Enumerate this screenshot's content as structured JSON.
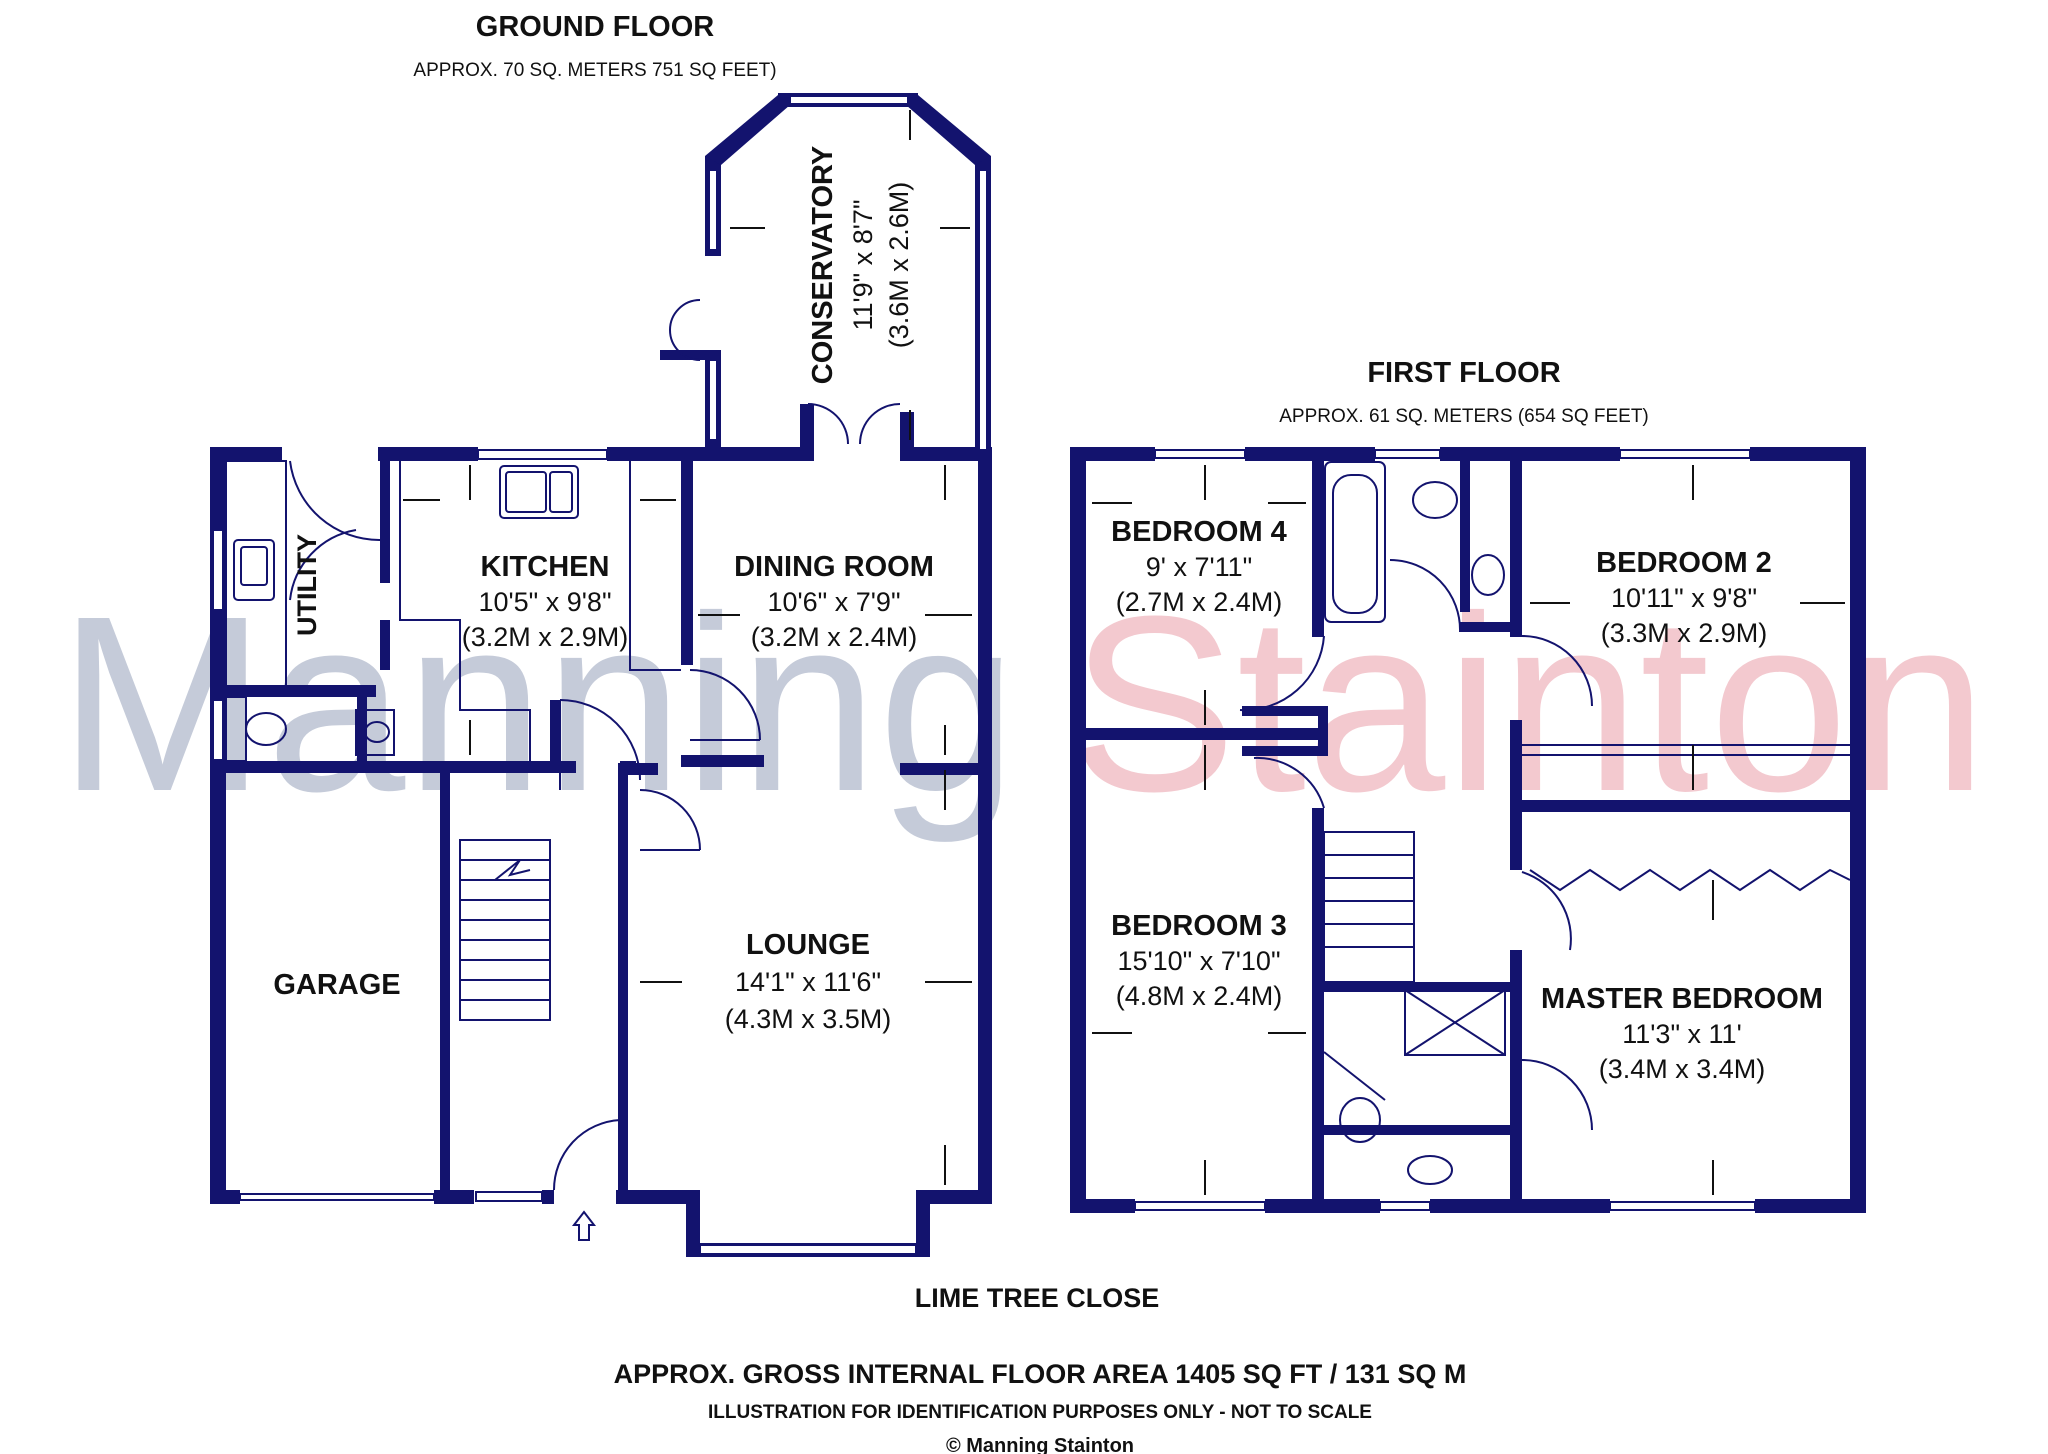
{
  "ground_floor": {
    "title": "GROUND FLOOR",
    "area": "APPROX. 70 SQ. METERS 751 SQ FEET)",
    "rooms": {
      "conservatory": {
        "name": "CONSERVATORY",
        "imperial": "11'9\" x 8'7\"",
        "metric": "(3.6M x 2.6M)"
      },
      "utility": {
        "name": "UTILITY"
      },
      "kitchen": {
        "name": "KITCHEN",
        "imperial": "10'5\" x 9'8\"",
        "metric": "(3.2M x 2.9M)"
      },
      "dining": {
        "name": "DINING ROOM",
        "imperial": "10'6\" x 7'9\"",
        "metric": "(3.2M x 2.4M)"
      },
      "garage": {
        "name": "GARAGE"
      },
      "lounge": {
        "name": "LOUNGE",
        "imperial": "14'1\" x 11'6\"",
        "metric": "(4.3M x 3.5M)"
      }
    }
  },
  "first_floor": {
    "title": "FIRST FLOOR",
    "area": "APPROX. 61 SQ. METERS (654 SQ FEET)",
    "rooms": {
      "bedroom4": {
        "name": "BEDROOM 4",
        "imperial": "9' x 7'11\"",
        "metric": "(2.7M x 2.4M)"
      },
      "bedroom2": {
        "name": "BEDROOM 2",
        "imperial": "10'11\" x 9'8\"",
        "metric": "(3.3M x 2.9M)"
      },
      "bedroom3": {
        "name": "BEDROOM 3",
        "imperial": "15'10\" x 7'10\"",
        "metric": "(4.8M x 2.4M)"
      },
      "master": {
        "name": "MASTER BEDROOM",
        "imperial": "11'3\" x 11'",
        "metric": "(3.4M x 3.4M)"
      }
    }
  },
  "street": "LIME TREE CLOSE",
  "footer": {
    "total": "APPROX. GROSS INTERNAL FLOOR AREA 1405 SQ FT / 131 SQ M",
    "disclaimer": "ILLUSTRATION FOR IDENTIFICATION PURPOSES ONLY - NOT TO SCALE",
    "copyright": "© Manning Stainton"
  },
  "watermark": {
    "part1": "Manning",
    "part2": "Stainton"
  },
  "colors": {
    "wall": "#13136e",
    "watermark_blue": "#c5cbd9",
    "watermark_pink": "#f3c9cf"
  }
}
